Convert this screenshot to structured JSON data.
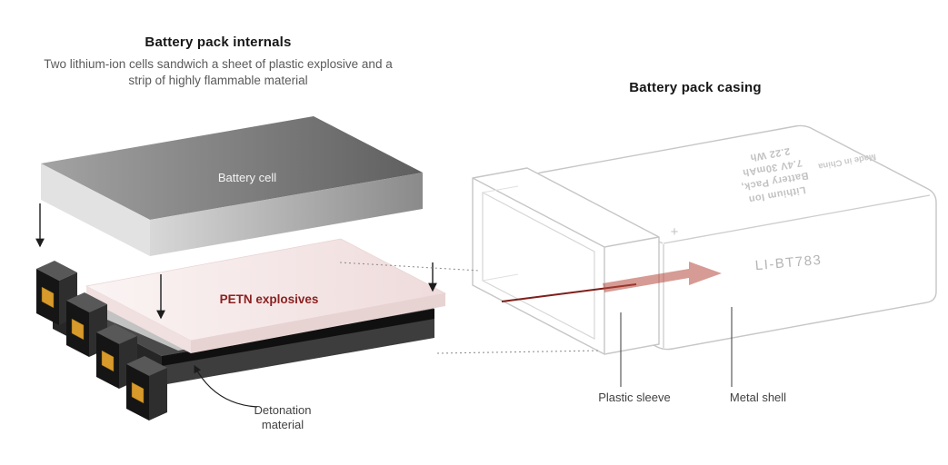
{
  "internals": {
    "title": "Battery pack internals",
    "subtitle_line1": "Two lithium-ion cells sandwich a sheet of plastic explosive and a",
    "subtitle_line2": "strip of highly flammable material",
    "battery_cell_label": "Battery cell",
    "petn_label": "PETN explosives",
    "detonation_line1": "Detonation",
    "detonation_line2": "material"
  },
  "casing": {
    "title": "Battery pack casing",
    "print_line1": "Lithium Ion",
    "print_line2": "Battery Pack,",
    "print_line3": "7.4V 30mAh",
    "print_line4": "2.22 Wh",
    "made_in": "Made in China",
    "polarity_mark": "+",
    "model_number": "LI-BT783",
    "label_plastic_sleeve": "Plastic sleeve",
    "label_metal_shell": "Metal shell"
  },
  "colors": {
    "petn_fill": "#f5e7e7",
    "petn_text": "#8b2121",
    "insertion_arrow": "#b4483c",
    "gold_contact": "#d79a2b",
    "casing_outline": "#c6c6c6"
  }
}
